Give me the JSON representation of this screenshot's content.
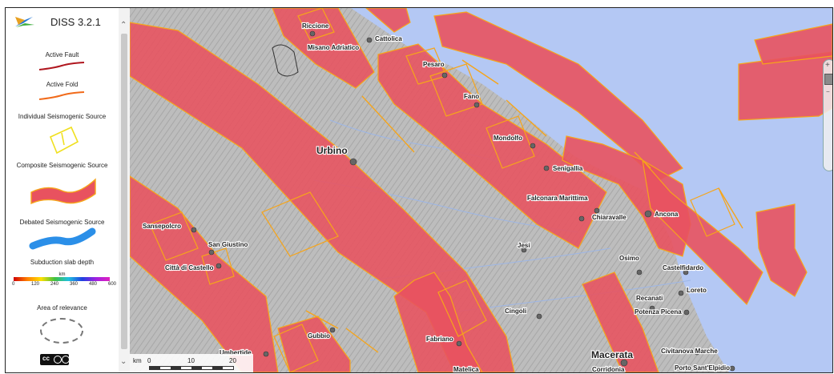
{
  "app": {
    "title": "DISS 3.2.1"
  },
  "legend": {
    "active_fault": "Active Fault",
    "active_fold": "Active Fold",
    "individual_source": "Individual Seismogenic Source",
    "composite_source": "Composite Seismogenic Source",
    "debated_source": "Debated Seismogenic Source",
    "subduction": "Subduction slab depth",
    "subduction_unit": "km",
    "subduction_ticks": [
      "0",
      "120",
      "240",
      "360",
      "480",
      "600"
    ],
    "area_relevance": "Area of relevance"
  },
  "license_badge": "cc",
  "colors": {
    "sea": "#b4c8f4",
    "land": "#bdbdbd",
    "composite_fill": "#e8525f",
    "fault_line": "#f6a51a",
    "active_fault": "#b0171f",
    "active_fold": "#f16a1a",
    "debated": "#2b8fe8"
  },
  "cities": {
    "riccione": "Riccione",
    "misano": "Misano Adriatico",
    "cattolica": "Cattolica",
    "pesaro": "Pesaro",
    "fano": "Fano",
    "urbino": "Urbino",
    "mondolfo": "Mondolfo",
    "senigallia": "Senigallia",
    "falconara": "Falconara Marittima",
    "chiaravalle": "Chiaravalle",
    "ancona": "Ancona",
    "sansepolcro": "Sansepolcro",
    "san_giustino": "San Giustino",
    "citta_castello": "Città di Castello",
    "jesi": "Jesi",
    "osimo": "Osimo",
    "castelfidardo": "Castelfidardo",
    "loreto": "Loreto",
    "recanati": "Recanati",
    "potenza_picena": "Potenza Picena",
    "cingoli": "Cingoli",
    "gubbio": "Gubbio",
    "fabriano": "Fabriano",
    "umbertide": "Umbertide",
    "macerata": "Macerata",
    "civitanova": "Civitanova Marche",
    "porto_sant_elpidio": "Porto Sant'Elpidio",
    "corridonia": "Corridonia",
    "matelica": "Matelica"
  },
  "scale": {
    "unit": "km",
    "ticks": [
      "0",
      "10",
      "20"
    ]
  },
  "zoom": {
    "in": "+",
    "out": "−"
  }
}
